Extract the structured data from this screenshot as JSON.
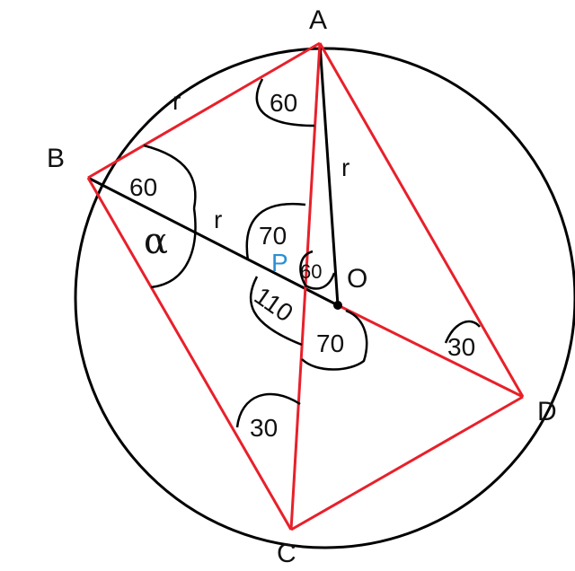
{
  "colors": {
    "circle": "#000000",
    "red_lines": "#e8202a",
    "black_lines": "#000000",
    "point_p": "#2a8fd6"
  },
  "points": {
    "A": "A",
    "B": "B",
    "C": "C",
    "D": "D",
    "O": "O",
    "P": "P"
  },
  "segment_labels": {
    "r_ab": "r",
    "r_ao": "r",
    "r_bp": "r"
  },
  "angle_labels": {
    "angle_bac": "60",
    "angle_abd": "60",
    "alpha": "α",
    "apb": "70",
    "apo": "60",
    "bpc": "110",
    "cpd": "70",
    "bcp": "30",
    "adb": "30"
  }
}
